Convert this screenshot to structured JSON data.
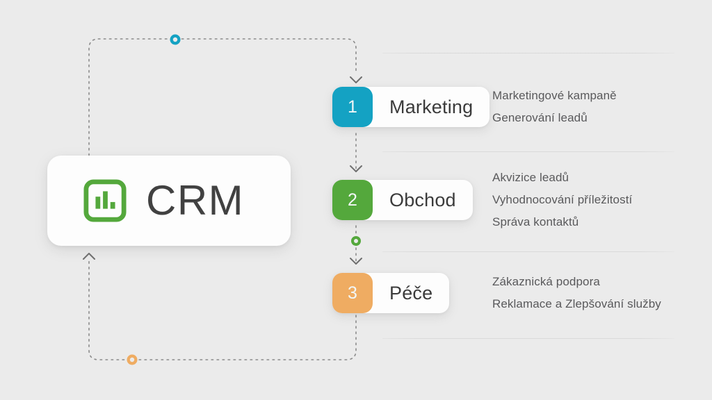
{
  "canvas": {
    "background": "#ebebeb"
  },
  "brand": {
    "title": "CRM",
    "icon": "bar-chart-icon",
    "icon_color": "#54A83C",
    "card_background": "#fdfdfd"
  },
  "stages": [
    {
      "number": "1",
      "label": "Marketing",
      "color": "#14A2C3",
      "bullets": [
        "Marketingové kampaně",
        "Generování leadů"
      ]
    },
    {
      "number": "2",
      "label": "Obchod",
      "color": "#54A83C",
      "bullets": [
        "Akvizice leadů",
        "Vyhodnocování příležitostí",
        "Správa kontaktů"
      ]
    },
    {
      "number": "3",
      "label": "Péče",
      "color": "#EFAC62",
      "bullets": [
        "Zákaznická podpora",
        "Reklamace a Zlepšování služby"
      ]
    }
  ],
  "connectors": {
    "line_color": "#8b8b8b",
    "style": "dashed",
    "dots": [
      {
        "name": "top-loop-dot",
        "color": "#14A2C3"
      },
      {
        "name": "mid-flow-dot",
        "color": "#54A83C"
      },
      {
        "name": "bottom-loop-dot",
        "color": "#EFAC62"
      }
    ],
    "arrows": [
      "down-arrow-to-marketing",
      "down-arrow-to-obchod",
      "down-arrow-to-pece",
      "up-arrow-to-crm"
    ]
  },
  "separators": 4
}
